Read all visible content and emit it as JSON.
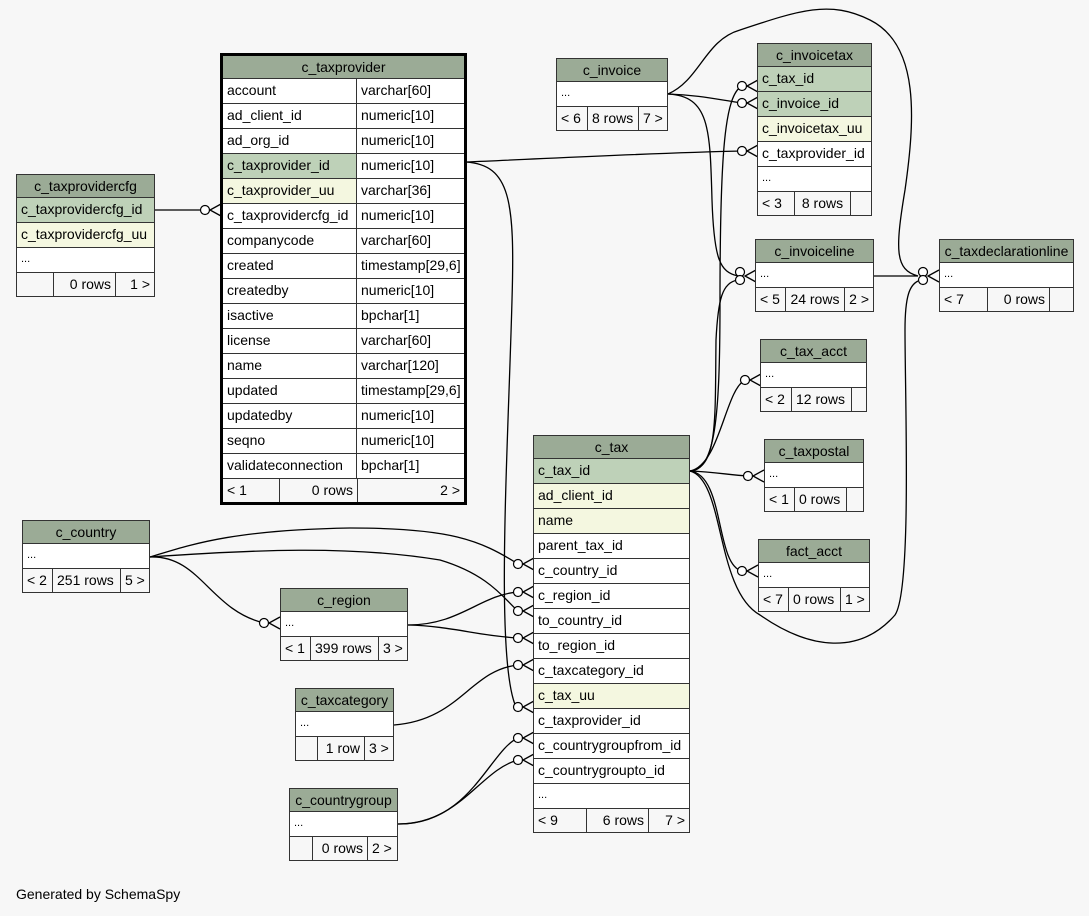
{
  "diagram": {
    "footer": "Generated by SchemaSpy",
    "focus_table": "c_taxprovider",
    "colors": {
      "background": "#f7f7f7",
      "header": "#9bab96",
      "primary_key": "#bed1b8",
      "indexed": "#f4f7e0",
      "plain": "#ffffff"
    },
    "tables": {
      "c_taxprovider": {
        "name": "c_taxprovider",
        "columns": [
          {
            "name": "account",
            "type": "varchar[60]",
            "style": "plain"
          },
          {
            "name": "ad_client_id",
            "type": "numeric[10]",
            "style": "plain"
          },
          {
            "name": "ad_org_id",
            "type": "numeric[10]",
            "style": "plain"
          },
          {
            "name": "c_taxprovider_id",
            "type": "numeric[10]",
            "style": "pk"
          },
          {
            "name": "c_taxprovider_uu",
            "type": "varchar[36]",
            "style": "idx"
          },
          {
            "name": "c_taxprovidercfg_id",
            "type": "numeric[10]",
            "style": "plain"
          },
          {
            "name": "companycode",
            "type": "varchar[60]",
            "style": "plain"
          },
          {
            "name": "created",
            "type": "timestamp[29,6]",
            "style": "plain"
          },
          {
            "name": "createdby",
            "type": "numeric[10]",
            "style": "plain"
          },
          {
            "name": "isactive",
            "type": "bpchar[1]",
            "style": "plain"
          },
          {
            "name": "license",
            "type": "varchar[60]",
            "style": "plain"
          },
          {
            "name": "name",
            "type": "varchar[120]",
            "style": "plain"
          },
          {
            "name": "updated",
            "type": "timestamp[29,6]",
            "style": "plain"
          },
          {
            "name": "updatedby",
            "type": "numeric[10]",
            "style": "plain"
          },
          {
            "name": "seqno",
            "type": "numeric[10]",
            "style": "plain"
          },
          {
            "name": "validateconnection",
            "type": "bpchar[1]",
            "style": "plain"
          }
        ],
        "parents": "< 1",
        "rows": "0 rows",
        "children": "2 >"
      },
      "c_taxprovidercfg": {
        "name": "c_taxprovidercfg",
        "columns": [
          "c_taxprovidercfg_id",
          "c_taxprovidercfg_uu",
          "..."
        ],
        "parents": "",
        "rows": "0 rows",
        "children": "1 >"
      },
      "c_invoice": {
        "name": "c_invoice",
        "columns": [
          "..."
        ],
        "parents": "< 6",
        "rows": "8 rows",
        "children": "7 >"
      },
      "c_invoicetax": {
        "name": "c_invoicetax",
        "columns": [
          "c_tax_id",
          "c_invoice_id",
          "c_invoicetax_uu",
          "c_taxprovider_id",
          "..."
        ],
        "parents": "< 3",
        "rows": "8 rows",
        "children": ""
      },
      "c_invoiceline": {
        "name": "c_invoiceline",
        "columns": [
          "..."
        ],
        "parents": "< 5",
        "rows": "24 rows",
        "children": "2 >"
      },
      "c_taxdeclarationline": {
        "name": "c_taxdeclarationline",
        "columns": [
          "..."
        ],
        "parents": "< 7",
        "rows": "0 rows",
        "children": ""
      },
      "c_tax_acct": {
        "name": "c_tax_acct",
        "columns": [
          "..."
        ],
        "parents": "< 2",
        "rows": "12 rows",
        "children": ""
      },
      "c_taxpostal": {
        "name": "c_taxpostal",
        "columns": [
          "..."
        ],
        "parents": "< 1",
        "rows": "0 rows",
        "children": ""
      },
      "fact_acct": {
        "name": "fact_acct",
        "columns": [
          "..."
        ],
        "parents": "< 7",
        "rows": "0 rows",
        "children": "1 >"
      },
      "c_tax": {
        "name": "c_tax",
        "columns": [
          "c_tax_id",
          "ad_client_id",
          "name",
          "parent_tax_id",
          "c_country_id",
          "c_region_id",
          "to_country_id",
          "to_region_id",
          "c_taxcategory_id",
          "c_tax_uu",
          "c_taxprovider_id",
          "c_countrygroupfrom_id",
          "c_countrygroupto_id",
          "..."
        ],
        "parents": "< 9",
        "rows": "6 rows",
        "children": "7 >"
      },
      "c_country": {
        "name": "c_country",
        "columns": [
          "..."
        ],
        "parents": "< 2",
        "rows": "251 rows",
        "children": "5 >"
      },
      "c_region": {
        "name": "c_region",
        "columns": [
          "..."
        ],
        "parents": "< 1",
        "rows": "399 rows",
        "children": "3 >"
      },
      "c_taxcategory": {
        "name": "c_taxcategory",
        "columns": [
          "..."
        ],
        "parents": "",
        "rows": "1 row",
        "children": "3 >"
      },
      "c_countrygroup": {
        "name": "c_countrygroup",
        "columns": [
          "..."
        ],
        "parents": "",
        "rows": "0 rows",
        "children": "2 >"
      }
    }
  }
}
